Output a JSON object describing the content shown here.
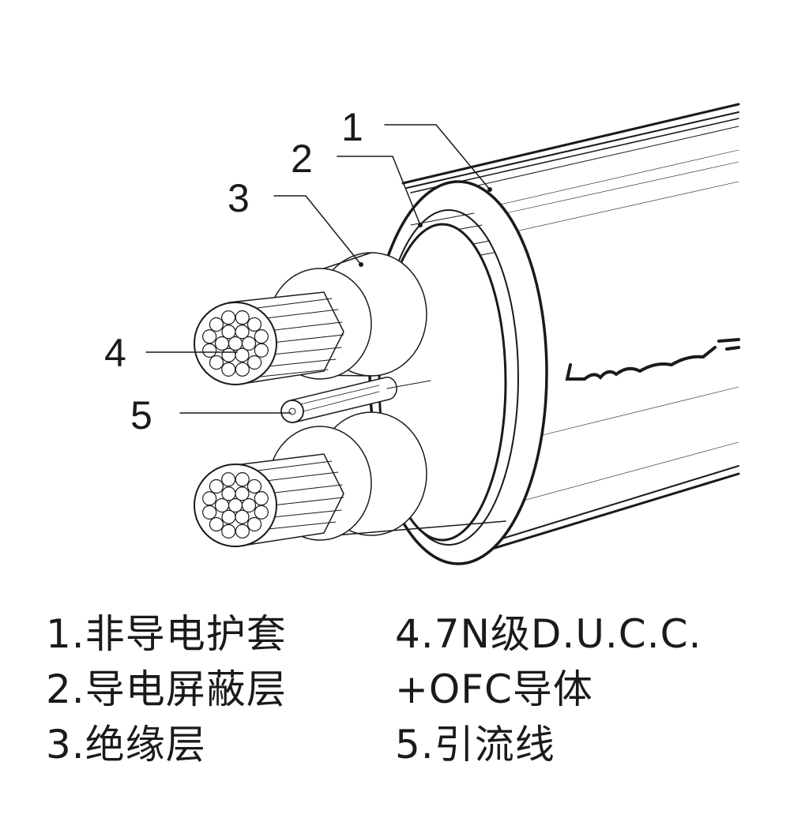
{
  "callouts": {
    "n1": "1",
    "n2": "2",
    "n3": "3",
    "n4": "4",
    "n5": "5"
  },
  "logo": "Luxom",
  "legend": {
    "left": [
      "1.非导电护套",
      "2.导电屏蔽层",
      "3.绝缘层"
    ],
    "right": [
      "4.7N级D.U.C.C.",
      "+OFC导体",
      "5.引流线"
    ]
  },
  "colors": {
    "ink": "#1a1a1a",
    "background": "#ffffff"
  }
}
